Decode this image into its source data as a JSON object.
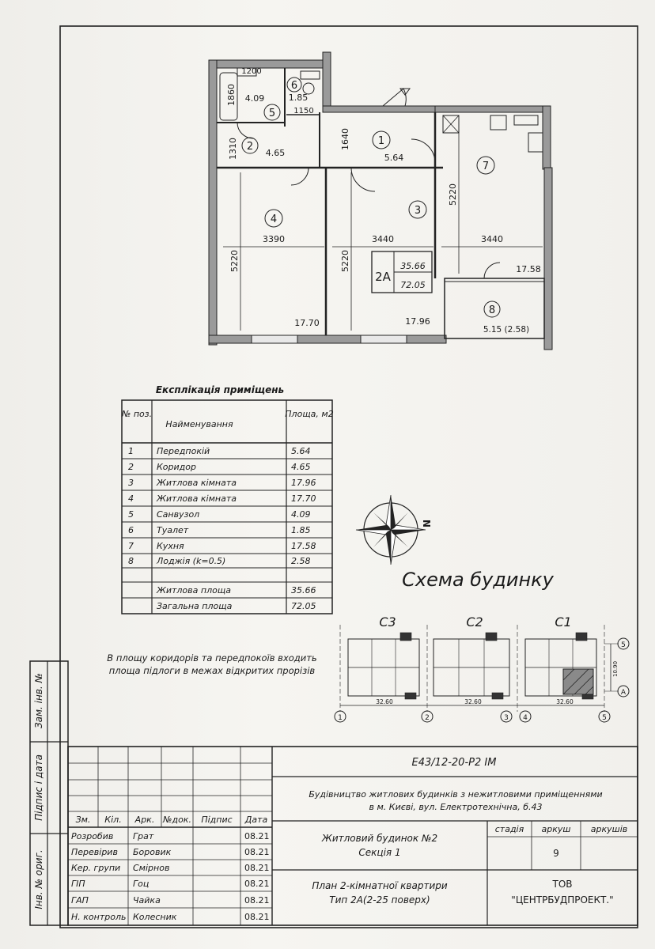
{
  "plan": {
    "rooms": [
      {
        "num": "1",
        "area": "5.64"
      },
      {
        "num": "2",
        "area": "4.65"
      },
      {
        "num": "3"
      },
      {
        "num": "4"
      },
      {
        "num": "5",
        "area": "4.09"
      },
      {
        "num": "6",
        "area": "1.85"
      },
      {
        "num": "7",
        "area": "17.58"
      },
      {
        "num": "8",
        "area": "5.15 (2.58)"
      }
    ],
    "areas": {
      "r3": "17.96",
      "r4": "17.70"
    },
    "dims": {
      "d1860": "1860",
      "d1310": "1310",
      "d1640": "1640",
      "d1150": "1150",
      "d1200": "1200",
      "d3390": "3390",
      "d3440a": "3440",
      "d3440b": "3440",
      "d5220a": "5220",
      "d5220b": "5220",
      "d5220c": "5220"
    },
    "stamp": {
      "type": "2А",
      "living": "35.66",
      "total": "72.05"
    }
  },
  "explication": {
    "title": "Експлікація приміщень",
    "headers": {
      "num": "№ поз.",
      "name": "Найменування",
      "area": "Площа, м2"
    },
    "rows": [
      {
        "num": "1",
        "name": "Передпокій",
        "area": "5.64"
      },
      {
        "num": "2",
        "name": "Коридор",
        "area": "4.65"
      },
      {
        "num": "3",
        "name": "Житлова кімната",
        "area": "17.96"
      },
      {
        "num": "4",
        "name": "Житлова кімната",
        "area": "17.70"
      },
      {
        "num": "5",
        "name": "Санвузол",
        "area": "4.09"
      },
      {
        "num": "6",
        "name": "Туалет",
        "area": "1.85"
      },
      {
        "num": "7",
        "name": "Кухня",
        "area": "17.58"
      },
      {
        "num": "8",
        "name": "Лоджія (k=0.5)",
        "area": "2.58"
      }
    ],
    "summary": [
      {
        "name": "Житлова площа",
        "area": "35.66"
      },
      {
        "name": "Загальна площа",
        "area": "72.05"
      }
    ]
  },
  "note": {
    "line1": "В площу коридорів та передпокоїв входить",
    "line2": "площа підлоги в межах відкритих прорізів"
  },
  "compass": {
    "letter": "N"
  },
  "scheme": {
    "title": "Схема будинку",
    "sections": [
      "С3",
      "С2",
      "С1"
    ],
    "widths": [
      "32.60",
      "32.60",
      "32.60"
    ],
    "axes": [
      "1",
      "2",
      "3",
      "4",
      "5"
    ],
    "rowAxes": [
      "5",
      "А"
    ],
    "depth": "10.90"
  },
  "titleblock": {
    "code": "Е43/12-20-Р2    ІМ",
    "project_line1": "Будівництво житлових будинків з нежитловими приміщеннями",
    "project_line2": "в м. Києві, вул. Електротехнічна, б.43",
    "building_line1": "Житловий будинок №2",
    "building_line2": "Секція 1",
    "sheet_line1": "План 2-кімнатної квартири",
    "sheet_line2": "Тип 2А(2-25 поверх)",
    "stage_label": "стадія",
    "sheet_label": "аркуш",
    "sheets_label": "аркушів",
    "sheet_value": "9",
    "org_line1": "ТОВ",
    "org_line2": "\"ЦЕНТРБУДПРОЕКТ.\"",
    "columns": {
      "zm": "Зм.",
      "kil": "Кіл.",
      "ark": "Арк.",
      "ndok": "№док.",
      "pidpys": "Підпис",
      "data": "Дата"
    },
    "people": [
      {
        "role": "Розробив",
        "name": "Грат",
        "date": "08.21"
      },
      {
        "role": "Перевірив",
        "name": "Боровик",
        "date": "08.21"
      },
      {
        "role": "Кер. групи",
        "name": "Смірнов",
        "date": "08.21"
      },
      {
        "role": "ГІП",
        "name": "Гоц",
        "date": "08.21"
      },
      {
        "role": "ГАП",
        "name": "Чайка",
        "date": "08.21"
      },
      {
        "role": "Н. контроль",
        "name": "Колесник",
        "date": "08.21"
      }
    ],
    "side": {
      "zam": "Зам. інв. №",
      "pidpys": "Підпис і дата",
      "inv": "Інв. № ориг."
    }
  }
}
